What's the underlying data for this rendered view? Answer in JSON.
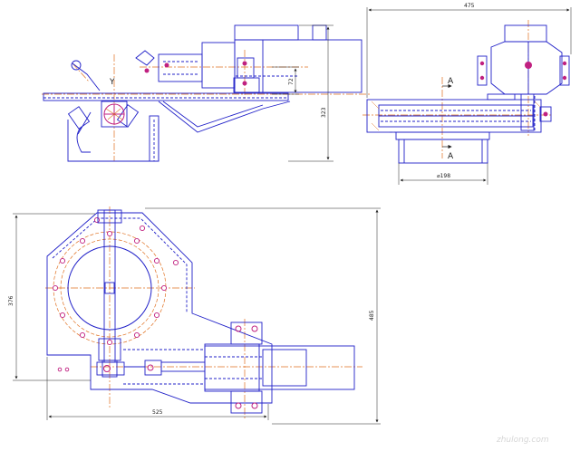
{
  "drawing": {
    "colors": {
      "outline": "#2020c8",
      "centerline": "#e07020",
      "dimension": "#202020",
      "hidden": "#2020c8",
      "bolt": "#c02080",
      "hatch": "#e07020",
      "background": "#ffffff"
    },
    "views": {
      "front": {
        "dimensions": {
          "height_total": "323",
          "offset": "72"
        },
        "axis_label": "Y"
      },
      "side": {
        "dimensions": {
          "width_total": "475",
          "diameter": "⌀198"
        },
        "section_label_top": "A",
        "section_label_bottom": "A"
      },
      "top": {
        "dimensions": {
          "width_total": "525",
          "height_left": "376",
          "height_right": "485"
        }
      }
    },
    "watermark": "zhulong.com"
  }
}
